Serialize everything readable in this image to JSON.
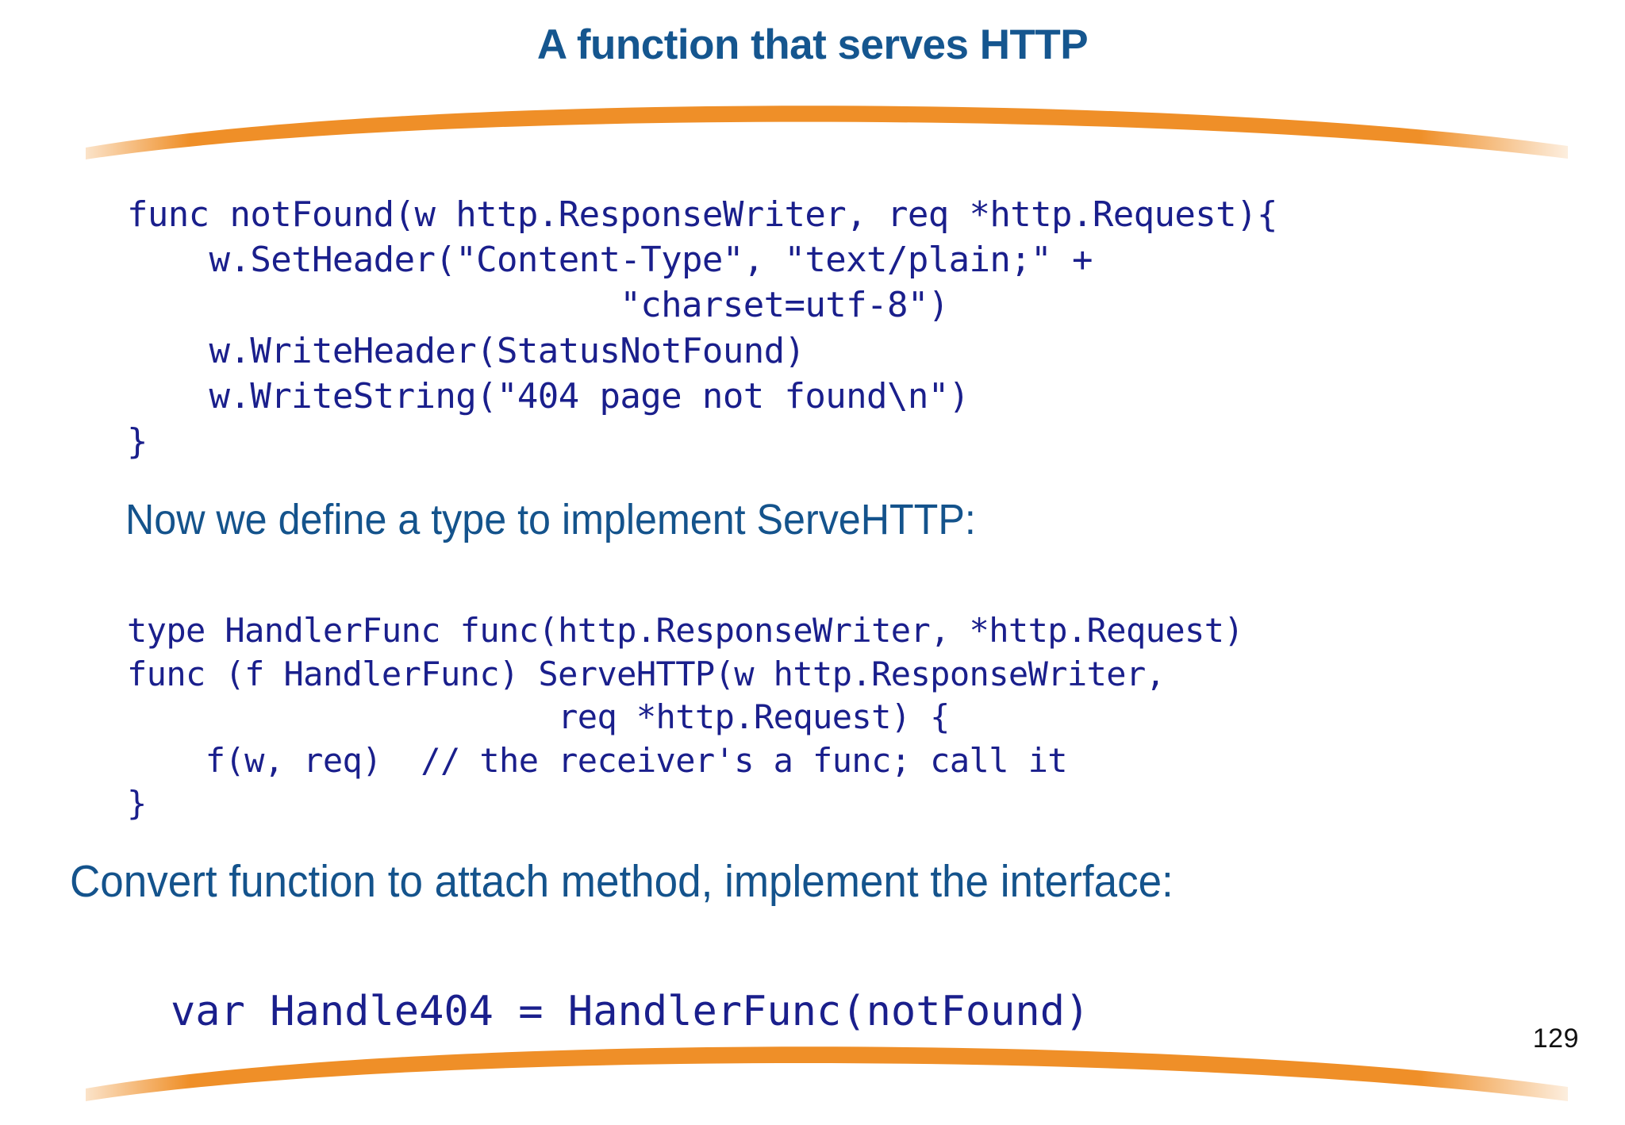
{
  "slide": {
    "title": "A function that serves HTTP",
    "page_number": "129",
    "colors": {
      "title_blue": "#15568f",
      "body_blue": "#14538c",
      "code_navy": "#1a1f8c",
      "accent_orange": "#ef8f28",
      "background": "#ffffff"
    },
    "decorations": {
      "top_arc": "orange-arc-top",
      "bottom_arc": "orange-arc-bottom"
    }
  },
  "code_blocks": {
    "not_found": "func notFound(w http.ResponseWriter, req *http.Request){\n    w.SetHeader(\"Content-Type\", \"text/plain;\" +\n                        \"charset=utf-8\")\n    w.WriteHeader(StatusNotFound)\n    w.WriteString(\"404 page not found\\n\")\n}",
    "handler_func": "type HandlerFunc func(http.ResponseWriter, *http.Request)\nfunc (f HandlerFunc) ServeHTTP(w http.ResponseWriter,\n                      req *http.Request) {\n    f(w, req)  // the receiver's a func; call it\n}",
    "handle404": "var Handle404 = HandlerFunc(notFound)"
  },
  "prose": {
    "line_1": "Now we define a type to implement ServeHTTP:",
    "line_2": "Convert function to attach method, implement the interface:"
  }
}
